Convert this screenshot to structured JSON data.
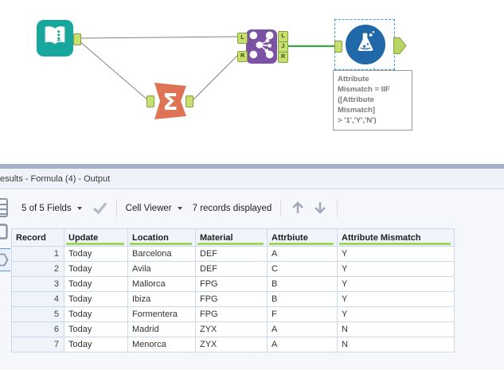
{
  "canvas": {
    "tools": {
      "input_data": {
        "icon": "open-book-icon",
        "color": "#18A79D"
      },
      "summarize": {
        "icon": "sigma-icon",
        "color": "#DE7356"
      },
      "join": {
        "icon": "join-network-icon",
        "color": "#7C52A5",
        "inputs": [
          "L",
          "R"
        ],
        "outputs": [
          "L",
          "J",
          "R"
        ]
      },
      "formula": {
        "icon": "flask-icon",
        "color": "#2068A8",
        "selected": true
      }
    },
    "annotation": {
      "text": "Attribute\nMismatch = IIF\n([Attribute\nMismatch]\n> '1','Y','N')"
    },
    "connection_highlight_color": "#3FA14C",
    "anchor_color": "#C9DE6F"
  },
  "results": {
    "title": "esults - Formula (4) - Output",
    "toolbar": {
      "fields_selector": "5 of 5 Fields",
      "apply_icon": "check-icon",
      "cell_viewer": "Cell Viewer",
      "records_displayed": "7 records displayed",
      "nav_icons": [
        "arrow-up-icon",
        "arrow-down-icon"
      ]
    },
    "table": {
      "columns": [
        "Record",
        "Update",
        "Location",
        "Material",
        "Attrbiute",
        "Attribute Mismatch"
      ],
      "string_type_underline_color": "#9ED95E",
      "rows": [
        [
          "1",
          "Today",
          "Barcelona",
          "DEF",
          "A",
          "Y"
        ],
        [
          "2",
          "Today",
          "Avila",
          "DEF",
          "C",
          "Y"
        ],
        [
          "3",
          "Today",
          "Mallorca",
          "FPG",
          "B",
          "Y"
        ],
        [
          "4",
          "Today",
          "Ibiza",
          "FPG",
          "B",
          "Y"
        ],
        [
          "5",
          "Today",
          "Formentera",
          "FPG",
          "F",
          "Y"
        ],
        [
          "6",
          "Today",
          "Madrid",
          "ZYX",
          "A",
          "N"
        ],
        [
          "7",
          "Today",
          "Menorca",
          "ZYX",
          "A",
          "N"
        ]
      ]
    }
  },
  "colors": {
    "splitter": "#A7B0C9",
    "panel_bg": "#F5F7FB",
    "grid_border": "#CBD7EA",
    "selection_dash": "#3D9AD9"
  }
}
